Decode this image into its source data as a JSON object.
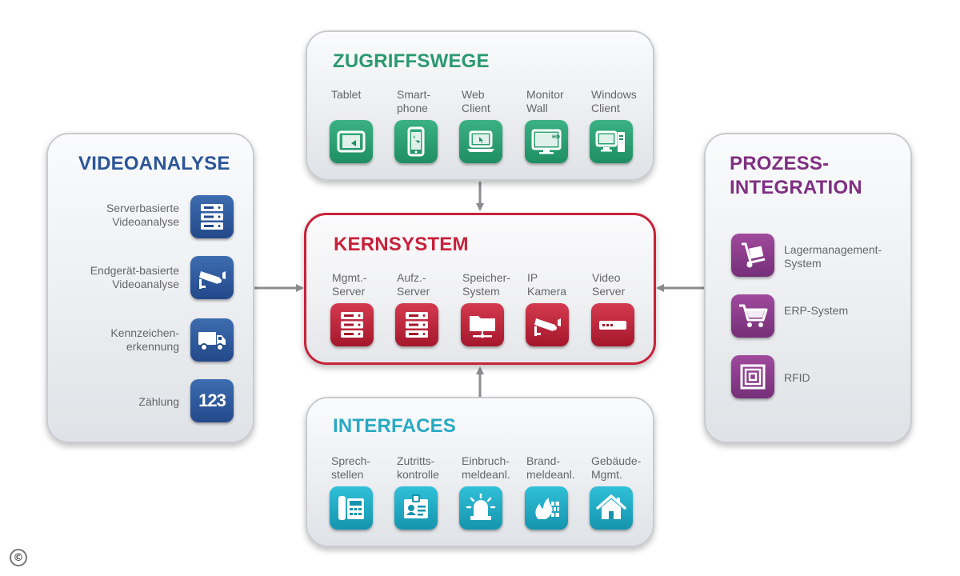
{
  "colors": {
    "zugriff": "#2a9a6e",
    "kern": "#c8213a",
    "video": "#2b5597",
    "prozess": "#7f2f82",
    "interfaces": "#27aac4",
    "arrow": "#8a8c90"
  },
  "zugriffswege": {
    "title": "ZUGRIFFSWEGE",
    "items": [
      {
        "label": "Tablet",
        "icon": "tablet-icon"
      },
      {
        "label": "Smart-\nphone",
        "icon": "smartphone-icon"
      },
      {
        "label": "Web\nClient",
        "icon": "laptop-icon"
      },
      {
        "label": "Monitor\nWall",
        "icon": "monitor-hd-icon"
      },
      {
        "label": "Windows\nClient",
        "icon": "desktop-pc-icon"
      }
    ]
  },
  "kernsystem": {
    "title": "KERNSYSTEM",
    "items": [
      {
        "label": "Mgmt.-\nServer",
        "icon": "server-rack-icon"
      },
      {
        "label": "Aufz.-\nServer",
        "icon": "server-rack-icon"
      },
      {
        "label": "Speicher-\nSystem",
        "icon": "folder-network-icon"
      },
      {
        "label": "IP\nKamera",
        "icon": "security-camera-icon"
      },
      {
        "label": "Video\nServer",
        "icon": "video-server-icon"
      }
    ]
  },
  "videoanalyse": {
    "title": "VIDEOANALYSE",
    "items": [
      {
        "label": "Serverbasierte\nVideoanalyse",
        "icon": "server-rack-icon"
      },
      {
        "label": "Endgerät-basierte\nVideoanalyse",
        "icon": "security-camera-icon"
      },
      {
        "label": "Kennzeichen-\nerkennung",
        "icon": "truck-icon"
      },
      {
        "label": "Zählung",
        "icon": "counting-123-icon",
        "glyph": "123"
      }
    ]
  },
  "prozessintegration": {
    "title": "PROZESS-\nINTEGRATION",
    "items": [
      {
        "label": "Lagermanagement-\nSystem",
        "icon": "hand-truck-icon"
      },
      {
        "label": "ERP-System",
        "icon": "shopping-cart-icon"
      },
      {
        "label": "RFID",
        "icon": "rfid-icon"
      }
    ]
  },
  "interfaces": {
    "title": "INTERFACES",
    "items": [
      {
        "label": "Sprech-\nstellen",
        "icon": "intercom-phone-icon"
      },
      {
        "label": "Zutritts-\nkontrolle",
        "icon": "id-badge-icon"
      },
      {
        "label": "Einbruch-\nmeldeanl.",
        "icon": "alarm-siren-icon"
      },
      {
        "label": "Brand-\nmeldeanl.",
        "icon": "fire-wall-icon"
      },
      {
        "label": "Gebäude-\nMgmt.",
        "icon": "house-icon"
      }
    ]
  },
  "footer": {
    "copyright": "©"
  }
}
